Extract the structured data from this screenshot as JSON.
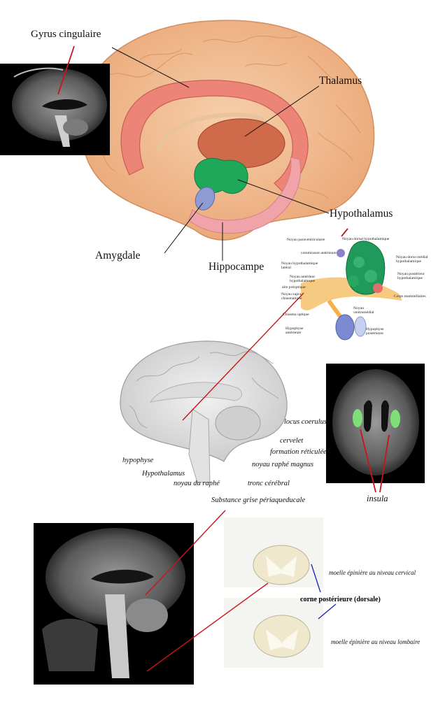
{
  "limbic": {
    "gyrus": "Gyrus cingulaire",
    "thalamus": "Thalamus",
    "hypothalamus": "Hypothalamus",
    "amygdale": "Amygdale",
    "hippocampe": "Hippocampe"
  },
  "hypo_detail": {
    "paraventriculaire": "Noyau paraventriculaire",
    "dorsal": "Noyau dorsal hypothalamique",
    "commissure": "commissure antérieure",
    "dorso_median": "Noyau dorso médial hypothalamique",
    "lateral": "Noyau hypothalamique latéral",
    "posterieur": "Noyau postérieur hypothalamique",
    "anterieur": "Noyau antérieur hypothalamique",
    "preoptique": "aire préoptique",
    "supra": "Noyau supra chiasmatique",
    "corps": "Corps mammillaires",
    "chiasma": "Chiasma optique",
    "ventromedial": "Noyau ventromédial",
    "hypo_ant": "Hypophyse antérieure",
    "hypo_post": "Hypophyse postérieure"
  },
  "brainstem": {
    "locus": "locus coerulus",
    "cervelet": "cervelet",
    "formation": "formation réticulée",
    "hypophyse": "hypophyse",
    "raphe_magnus": "noyau raphé magnus",
    "hypothalamus": "Hypothalamus",
    "raphe": "noyau du raphé",
    "tronc": "tronc cérébral",
    "substance": "Substance grise périaqueducale"
  },
  "insula": {
    "label": "insula"
  },
  "spinal": {
    "cervical": "moelle épinière au niveau cervical",
    "corne": "corne postérieure (dorsale)",
    "lombaire": "moelle épinière au niveau lombaire"
  },
  "colors": {
    "brain": "#f1b98d",
    "cingulate": "#ec8578",
    "thalamus": "#cf6a4a",
    "hypothalamus": "#1fa85a",
    "amygdala": "#8d9bd2",
    "pointer": "#c8141b",
    "insula": "#7fe07a",
    "horn_line": "#1b22b0"
  }
}
